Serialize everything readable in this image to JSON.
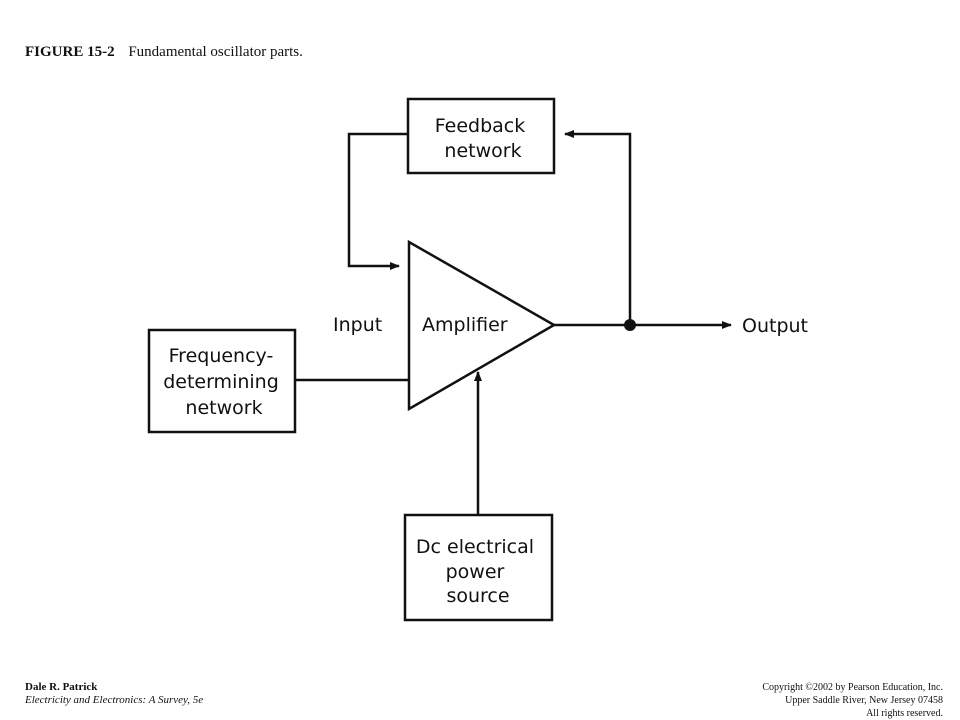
{
  "figure": {
    "number": "FIGURE 15-2",
    "title": "Fundamental oscillator parts."
  },
  "diagram": {
    "blocks": {
      "feedback": [
        "Feedback",
        "network"
      ],
      "amplifier": "Amplifier",
      "frequency": [
        "Frequency-",
        "determining",
        "network"
      ],
      "power": [
        "Dc electrical",
        "power",
        "source"
      ]
    },
    "labels": {
      "input": "Input",
      "output": "Output"
    }
  },
  "footer": {
    "author": "Dale R. Patrick",
    "book": "Electricity and Electronics: A Survey, 5e",
    "copyright": "Copyright ©2002 by Pearson Education, Inc.",
    "address": "Upper Saddle River, New Jersey 07458",
    "rights": "All rights reserved."
  }
}
